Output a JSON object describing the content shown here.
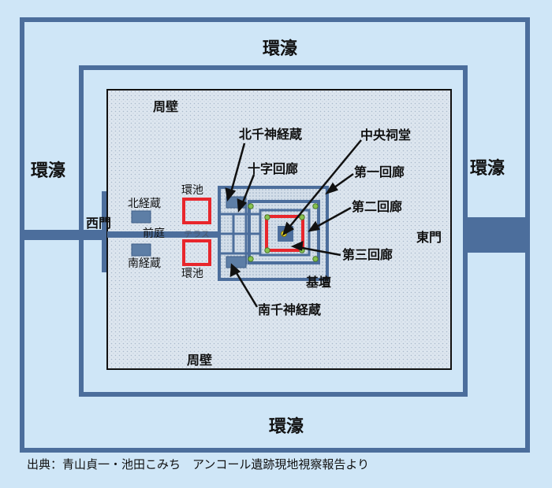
{
  "labels": {
    "moat_top": "環濠",
    "moat_left": "環濠",
    "moat_right": "環濠",
    "moat_bottom": "環濠",
    "wall_top": "周壁",
    "wall_bottom": "周壁",
    "north_1000_deity_library": "北千神経蔵",
    "central_shrine": "中央祠堂",
    "cruciform_gallery": "十字回廊",
    "first_gallery": "第一回廊",
    "second_gallery": "第二回廊",
    "third_gallery": "第三回廊",
    "south_1000_deity_library": "南千神経蔵",
    "pond_north": "環池",
    "pond_south": "環池",
    "north_library": "北経蔵",
    "south_library": "南経蔵",
    "west_gate": "西門",
    "east_gate": "東門",
    "forecourt": "前庭",
    "terrace_faint": "テラス",
    "platform": "基壇"
  },
  "source": "出典：青山貞一・池田こみち　アンコール遺跡現地視察報告より",
  "colors": {
    "background": "#cfe6f7",
    "wall_navy": "#4c6e9c",
    "pond_red": "#e8262c",
    "pin_green": "#88c250",
    "dot_yellow": "#e6d828",
    "enclosure_fill": "#d9e2eb"
  }
}
